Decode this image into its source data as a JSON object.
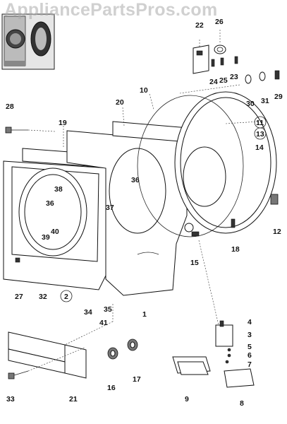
{
  "watermark": "AppliancePartsPros.com",
  "labels": {
    "p1": "1",
    "p2": "2",
    "p3": "3",
    "p4": "4",
    "p5": "5",
    "p6": "6",
    "p7": "7",
    "p8": "8",
    "p9": "9",
    "p10": "10",
    "p11": "11",
    "p12": "12",
    "p13": "13",
    "p14": "14",
    "p15": "15",
    "p16": "16",
    "p17": "17",
    "p18": "18",
    "p19": "19",
    "p20": "20",
    "p21": "21",
    "p22": "22",
    "p23": "23",
    "p24": "24",
    "p25": "25",
    "p26": "26",
    "p27": "27",
    "p28": "28",
    "p29": "29",
    "p30": "30",
    "p31": "31",
    "p32": "32",
    "p33": "33",
    "p34": "34",
    "p35": "35",
    "p36a": "36",
    "p36b": "36",
    "p37": "37",
    "p38": "38",
    "p39": "39",
    "p40": "40",
    "p41": "41"
  }
}
